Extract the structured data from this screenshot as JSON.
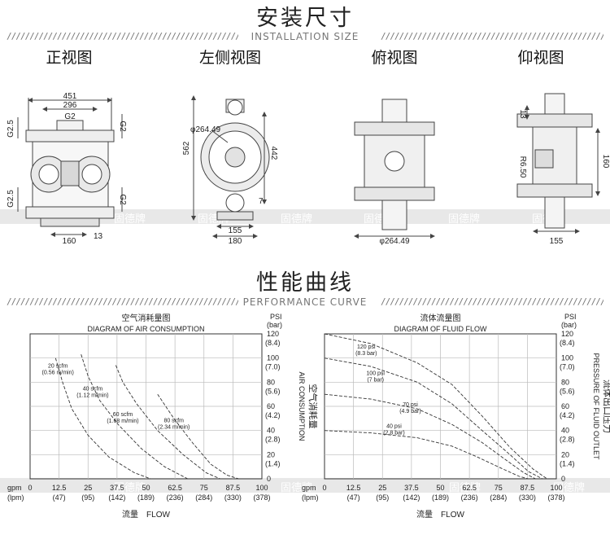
{
  "section1": {
    "title": "安装尺寸",
    "subtitle": "INSTALLATION SIZE"
  },
  "views": {
    "front": "正视图",
    "left": "左侧视图",
    "top": "俯视图",
    "bottom": "仰视图"
  },
  "dims": {
    "front": {
      "w451": "451",
      "w296": "296",
      "g2_top": "G2",
      "g25_left_top": "G2.5",
      "g2_right_top": "G2",
      "g25_left_bot": "G2.5",
      "g2_right_bot": "G2",
      "w160": "160",
      "d13": "13"
    },
    "left": {
      "phi": "φ264.49",
      "h562": "562",
      "h442": "442",
      "d7": "7",
      "w155": "155",
      "w180": "180"
    },
    "top": {
      "phi": "φ264.49"
    },
    "bottom": {
      "d13": "13",
      "r650": "R6.50",
      "h160": "160",
      "w155": "155"
    }
  },
  "watermark": "固德牌",
  "section2": {
    "title": "性能曲线",
    "subtitle": "PERFORMANCE CURVE"
  },
  "colors": {
    "band": "#e8e8e8",
    "line": "#555555",
    "drawing": "#444444",
    "machine": "#888888"
  },
  "charts": [
    {
      "title_cn": "空气消耗量图",
      "title_en": "DIAGRAM OF AIR CONSUMPTION",
      "right_axis": {
        "cn": "空气消耗量",
        "en": "AIR CONSUMPTION"
      }
    },
    {
      "title_cn": "流体流量图",
      "title_en": "DIAGRAM OF FLUID FLOW",
      "right_axis": {
        "cn": "流体出口压力",
        "en": "PRESSURE OF FLUID OUTLET"
      }
    }
  ],
  "chart_data": [
    {
      "type": "line",
      "title": "DIAGRAM OF AIR CONSUMPTION",
      "x_gpm": [
        "0",
        "12.5",
        "25",
        "37.5",
        "50",
        "62.5",
        "75",
        "87.5",
        "100"
      ],
      "x_lpm": [
        "(47)",
        "(95)",
        "(142)",
        "(189)",
        "(236)",
        "(284)",
        "(330)",
        "(378)"
      ],
      "x_unit_gpm": "gpm",
      "x_unit_lpm": "(lpm)",
      "xlabel": "流量　FLOW",
      "y_psi": [
        "120",
        "100",
        "80",
        "60",
        "40",
        "20",
        "0"
      ],
      "y_bar": [
        "(8.4)",
        "(7.0)",
        "(5.6)",
        "(4.2)",
        "(2.8)",
        "(1.4)"
      ],
      "y_unit": "PSI",
      "y_unit_bar": "(bar)",
      "xlim": [
        0,
        100
      ],
      "ylim": [
        0,
        120
      ],
      "series": [
        {
          "name": "20 scfm",
          "sub": "(0.56 m/min)",
          "points": [
            [
              11,
              100
            ],
            [
              14,
              80
            ],
            [
              18,
              58
            ],
            [
              25,
              36
            ],
            [
              34,
              18
            ],
            [
              45,
              5
            ],
            [
              52,
              0
            ]
          ],
          "label_at": [
            12,
            92
          ]
        },
        {
          "name": "40 scfm",
          "sub": "(1.12 m/min)",
          "points": [
            [
              22,
              103
            ],
            [
              25,
              85
            ],
            [
              30,
              65
            ],
            [
              38,
              45
            ],
            [
              48,
              25
            ],
            [
              58,
              10
            ],
            [
              68,
              0
            ]
          ],
          "label_at": [
            27,
            73
          ]
        },
        {
          "name": "60 scfm",
          "sub": "(1.68 m/min)",
          "points": [
            [
              37,
              94
            ],
            [
              40,
              80
            ],
            [
              46,
              62
            ],
            [
              55,
              40
            ],
            [
              66,
              20
            ],
            [
              76,
              5
            ],
            [
              82,
              0
            ]
          ],
          "label_at": [
            40,
            52
          ]
        },
        {
          "name": "80 scfm",
          "sub": "(2.34 m/min)",
          "points": [
            [
              55,
              70
            ],
            [
              62,
              50
            ],
            [
              70,
              30
            ],
            [
              78,
              12
            ],
            [
              85,
              3
            ],
            [
              90,
              0
            ]
          ],
          "label_at": [
            62,
            47
          ]
        }
      ]
    },
    {
      "type": "line",
      "title": "DIAGRAM OF FLUID FLOW",
      "x_gpm": [
        "0",
        "12.5",
        "25",
        "37.5",
        "50",
        "62.5",
        "75",
        "87.5",
        "100"
      ],
      "x_lpm": [
        "(47)",
        "(95)",
        "(142)",
        "(189)",
        "(236)",
        "(284)",
        "(330)",
        "(378)"
      ],
      "x_unit_gpm": "gpm",
      "x_unit_lpm": "(lpm)",
      "xlabel": "流量　FLOW",
      "y_psi": [
        "120",
        "100",
        "80",
        "60",
        "40",
        "20",
        "0"
      ],
      "y_bar": [
        "(8.4)",
        "(7.0)",
        "(5.6)",
        "(4.2)",
        "(2.8)",
        "(1.4)"
      ],
      "y_unit": "PSI",
      "y_unit_bar": "(bar)",
      "xlim": [
        0,
        100
      ],
      "ylim": [
        0,
        120
      ],
      "series": [
        {
          "name": "120 psi",
          "sub": "(8.3 bar)",
          "points": [
            [
              0,
              120
            ],
            [
              20,
              112
            ],
            [
              40,
              96
            ],
            [
              55,
              78
            ],
            [
              68,
              52
            ],
            [
              80,
              26
            ],
            [
              90,
              8
            ],
            [
              96,
              0
            ]
          ],
          "label_at": [
            18,
            108
          ]
        },
        {
          "name": "100 psi",
          "sub": "(7 bar)",
          "points": [
            [
              0,
              100
            ],
            [
              20,
              93
            ],
            [
              40,
              80
            ],
            [
              55,
              62
            ],
            [
              68,
              40
            ],
            [
              80,
              20
            ],
            [
              88,
              6
            ],
            [
              94,
              0
            ]
          ],
          "label_at": [
            22,
            86
          ]
        },
        {
          "name": "70 psi",
          "sub": "(4.9 bar)",
          "points": [
            [
              0,
              70
            ],
            [
              20,
              66
            ],
            [
              40,
              58
            ],
            [
              55,
              45
            ],
            [
              68,
              30
            ],
            [
              78,
              16
            ],
            [
              86,
              5
            ],
            [
              91,
              0
            ]
          ],
          "label_at": [
            37,
            60
          ]
        },
        {
          "name": "40 psi",
          "sub": "(2.8 bar)",
          "points": [
            [
              0,
              40
            ],
            [
              20,
              38
            ],
            [
              40,
              34
            ],
            [
              55,
              27
            ],
            [
              66,
              18
            ],
            [
              76,
              9
            ],
            [
              84,
              2
            ],
            [
              88,
              0
            ]
          ],
          "label_at": [
            30,
            42
          ]
        }
      ]
    }
  ]
}
